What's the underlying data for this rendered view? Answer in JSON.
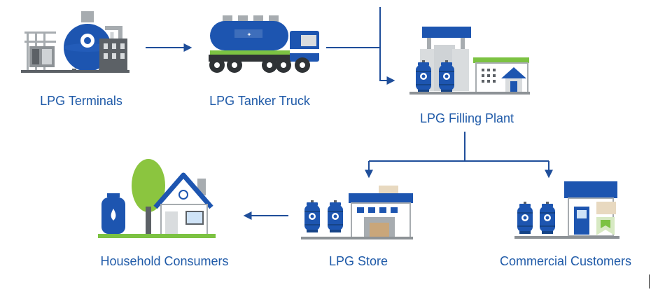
{
  "colors": {
    "brand_blue": "#1d55b0",
    "arrow_blue": "#1f4e9a",
    "label_blue": "#1f5aa8",
    "gray_dark": "#5c6166",
    "gray_mid": "#a7acb0",
    "gray_light": "#d9dcde",
    "green": "#7cc242",
    "tree_green": "#8bc53f"
  },
  "nodes": {
    "terminals": {
      "label": "LPG Terminals",
      "icon": "storage-terminal-icon"
    },
    "truck": {
      "label": "LPG Tanker Truck",
      "icon": "tanker-truck-icon"
    },
    "plant": {
      "label": "LPG Filling Plant",
      "icon": "filling-plant-icon"
    },
    "household": {
      "label": "Household Consumers",
      "icon": "house-icon"
    },
    "store": {
      "label": "LPG Store",
      "icon": "store-icon"
    },
    "commercial": {
      "label": "Commercial Customers",
      "icon": "commercial-building-icon"
    }
  }
}
